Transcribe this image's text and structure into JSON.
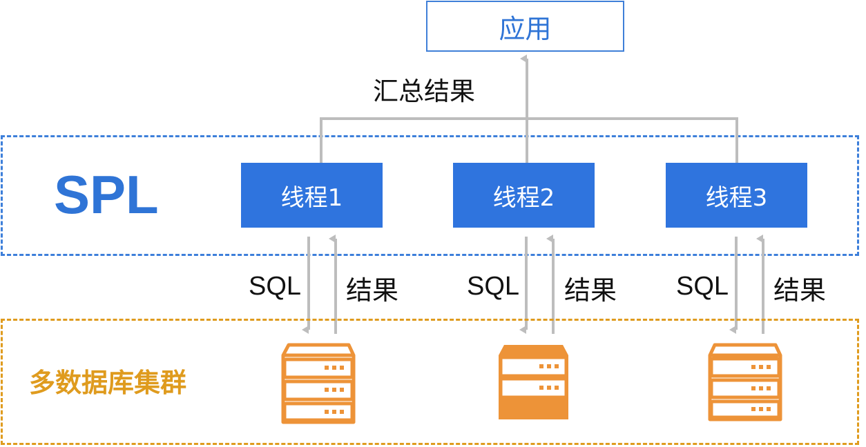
{
  "app": {
    "label": "应用"
  },
  "summary_label": "汇总结果",
  "spl": {
    "label": "SPL"
  },
  "threads": [
    {
      "label": "线程1"
    },
    {
      "label": "线程2"
    },
    {
      "label": "线程3"
    }
  ],
  "flows": [
    {
      "sql": "SQL",
      "result": "结果"
    },
    {
      "sql": "SQL",
      "result": "结果"
    },
    {
      "sql": "SQL",
      "result": "结果"
    }
  ],
  "database_cluster": {
    "label": "多数据库集群"
  },
  "colors": {
    "blue_accent": "#2f74de",
    "orange_accent": "#df9b1e",
    "server_orange": "#ed9338",
    "arrow_gray": "#bdbdbd"
  }
}
